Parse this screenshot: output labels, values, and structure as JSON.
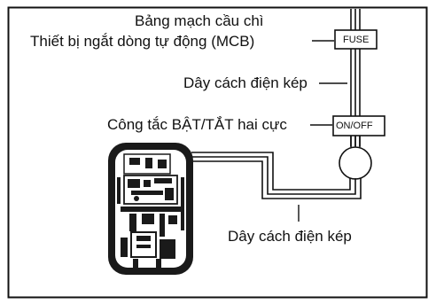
{
  "labels": {
    "fuse_board": "Bảng mạch cầu chì",
    "mcb": "Thiết bị ngắt dòng tự động (MCB)",
    "double_insulated_top": "Dây cách điện kép",
    "switch": "Công tắc BẬT/TẮT hai cực",
    "double_insulated_bottom": "Dây cách điện kép"
  },
  "boxes": {
    "fuse": "FUSE",
    "onoff": "ON/OFF"
  },
  "colors": {
    "line": "#111111",
    "heater_body": "#1a1a1a",
    "background": "#ffffff"
  }
}
